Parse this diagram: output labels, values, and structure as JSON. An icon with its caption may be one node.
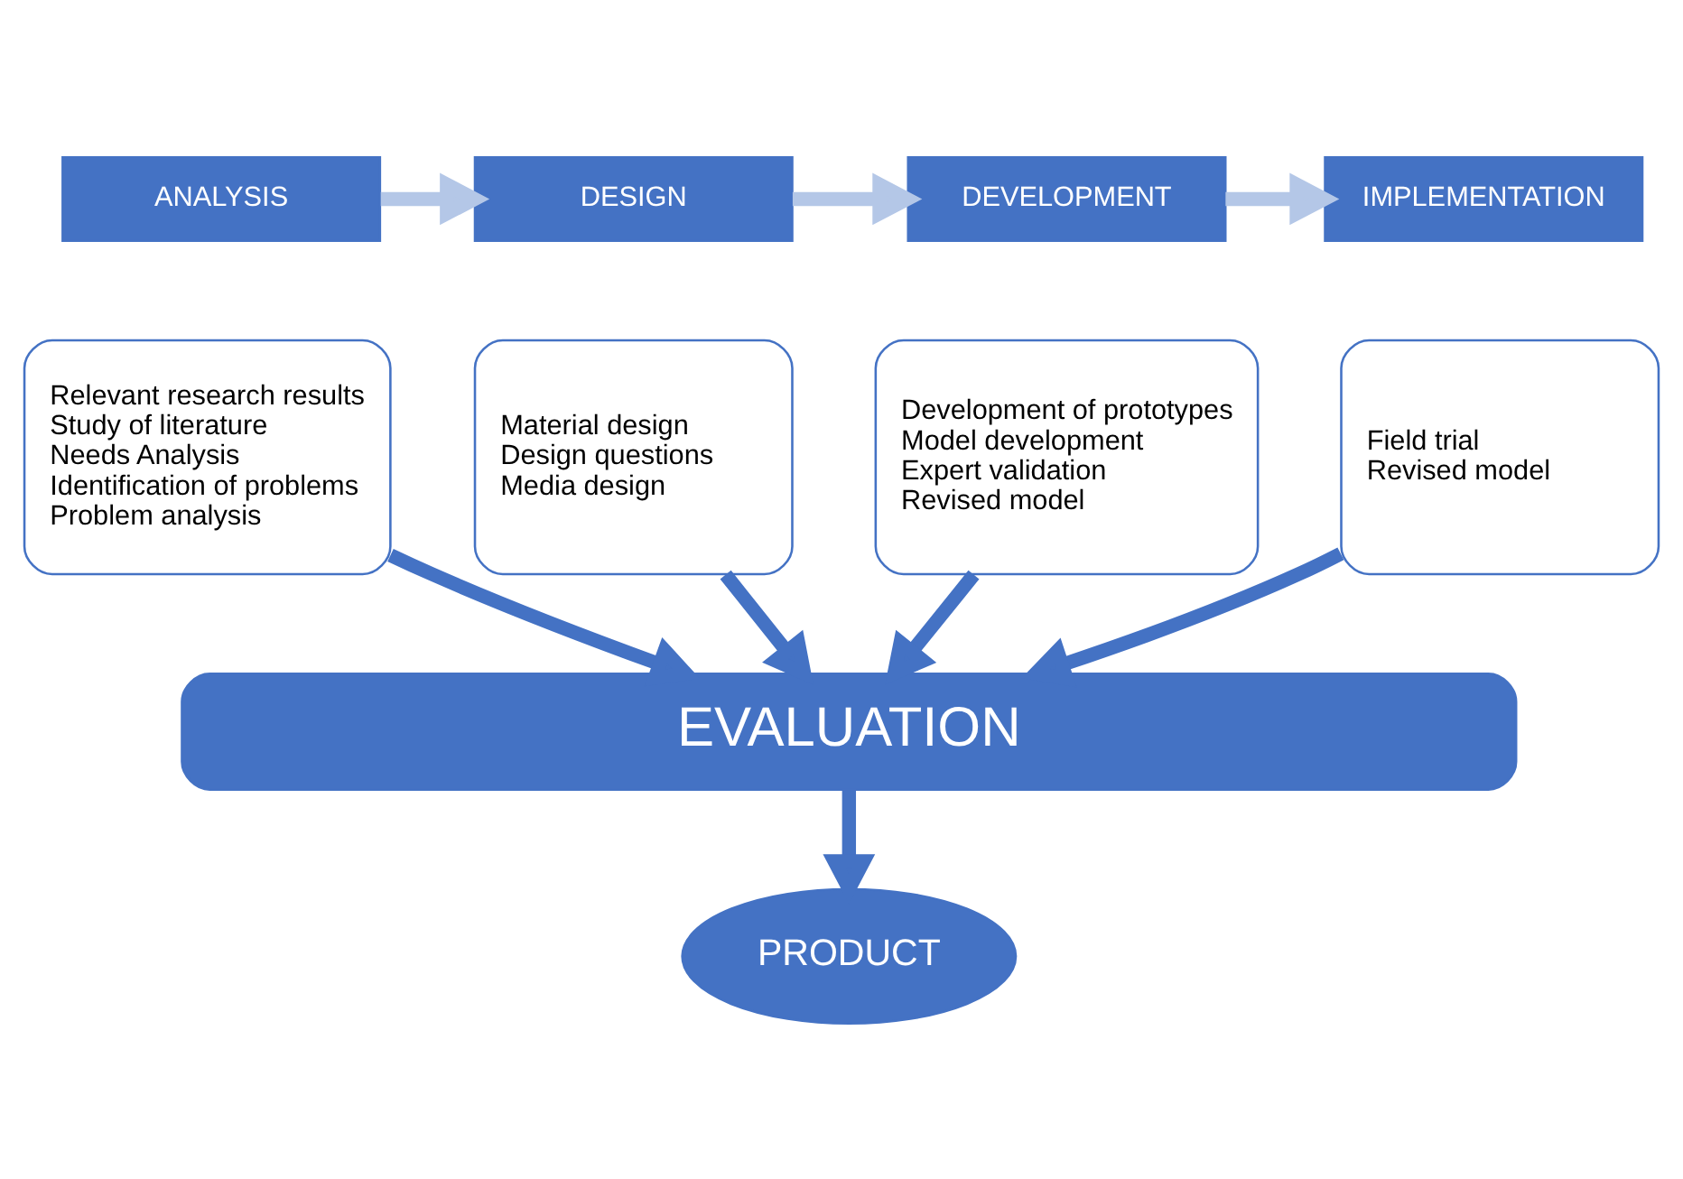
{
  "diagram": {
    "nodes": [
      {
        "text": [
          "ANALYSIS"
        ]
      },
      {
        "text": [
          "DESIGN"
        ]
      },
      {
        "text": [
          "DEVELOPMENT"
        ]
      },
      {
        "text": [
          "IMPLEMENTATION"
        ]
      },
      {
        "text": [
          "Relevant research results",
          "Study of literature",
          "Needs Analysis",
          "Identification of problems",
          "Problem analysis"
        ]
      },
      {
        "text": [
          "Material design",
          "Design questions",
          "Media design"
        ]
      },
      {
        "text": [
          "Development of prototypes",
          "Model development",
          "Expert validation",
          "Revised model"
        ]
      },
      {
        "text": [
          "Field trial",
          "Revised model"
        ]
      },
      {
        "text": [
          "EVALUATION"
        ]
      },
      {
        "text": [
          "PRODUCT"
        ]
      }
    ],
    "edges": [
      {
        "from": 0,
        "to": 1,
        "arrow": "to",
        "color": "#b4c7e7"
      },
      {
        "from": 1,
        "to": 2,
        "arrow": "to",
        "color": "#b4c7e7"
      },
      {
        "from": 2,
        "to": 3,
        "arrow": "to",
        "color": "#b4c7e7"
      },
      {
        "from": 4,
        "to": 8,
        "arrow": "to"
      },
      {
        "from": 5,
        "to": 8,
        "arrow": "to"
      },
      {
        "from": 6,
        "to": 8,
        "arrow": "to"
      },
      {
        "from": 7,
        "to": 8,
        "arrow": "to"
      },
      {
        "from": 8,
        "to": 9,
        "arrow": "to"
      }
    ]
  }
}
